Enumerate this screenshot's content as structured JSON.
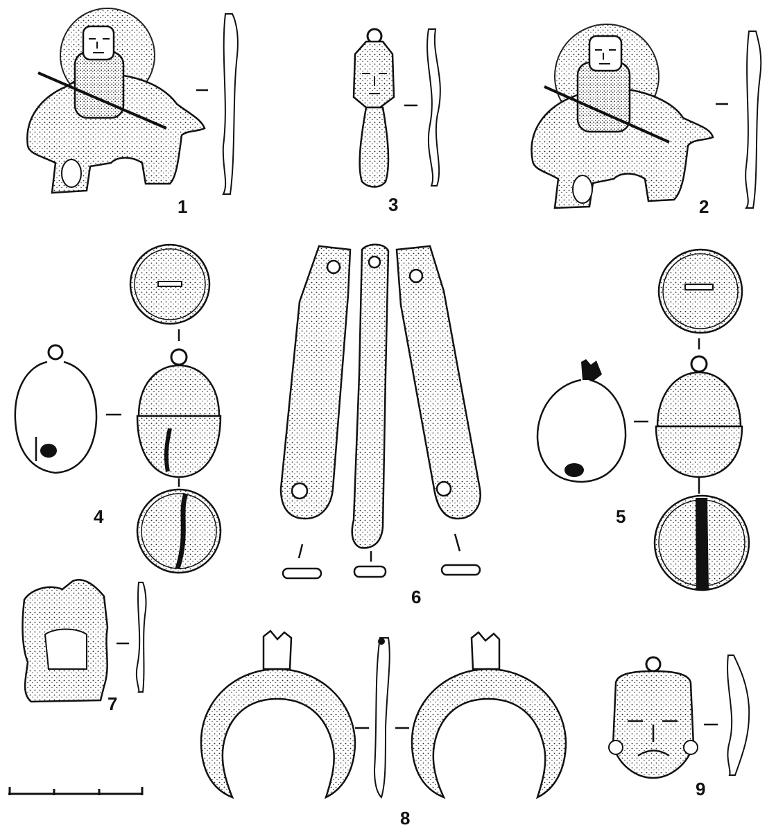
{
  "figure": {
    "labels": {
      "n1": "1",
      "n2": "2",
      "n3": "3",
      "n4": "4",
      "n5": "5",
      "n6": "6",
      "n7": "7",
      "n8": "8",
      "n9": "9"
    }
  }
}
